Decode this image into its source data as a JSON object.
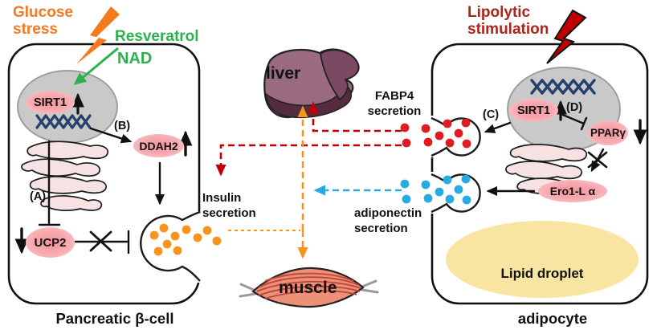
{
  "stimuli": {
    "glucose_stress": "Glucose stress",
    "resveratrol": "Resveratrol",
    "nad": "NAD",
    "lipolytic_stimulation": "Lipolytic stimulation"
  },
  "beta_cell": {
    "title": "Pancreatic β-cell",
    "nodes": {
      "sirt1": "SIRT1",
      "ddah2": "DDAH2",
      "ucp2": "UCP2"
    },
    "pathway_labels": {
      "a": "(A)",
      "b": "(B)"
    },
    "insulin_secretion": "Insulin secretion"
  },
  "adipocyte": {
    "title": "adipocyte",
    "nodes": {
      "sirt1": "SIRT1",
      "pparg": "PPARγ",
      "ero1_l_alpha": "Ero1-L α"
    },
    "pathway_labels": {
      "c": "(C)",
      "d": "(D)"
    },
    "fabp4_secretion": "FABP4 secretion",
    "adiponectin_secretion": "adiponectin secretion",
    "lipid_droplet": "Lipid droplet"
  },
  "organs": {
    "liver": "liver",
    "muscle": "muscle"
  },
  "colors": {
    "glucose_stress": "#F4791F",
    "resveratrol_nad": "#2BB24C",
    "lipolytic_stimulation": "#AF2418",
    "lipolytic_bolt": "#C00000",
    "insulin_dot": "#F7941D",
    "fabp4_dot": "#E11B22",
    "adiponectin_dot": "#29ABE2",
    "red_signal": "#C00000",
    "orange_signal": "#F7941D",
    "blue_signal": "#29ABE2",
    "node_pink_dark": "#F4939B",
    "node_pink_light": "#FBCFD3",
    "nucleus_fill": "#C9C9C9",
    "nucleus_stroke": "#9E9E9E",
    "dna_blue": "#26406E",
    "lipid_fill": "#F8E5A1",
    "er_fill": "#F6E2E2",
    "outline": "#111111"
  }
}
